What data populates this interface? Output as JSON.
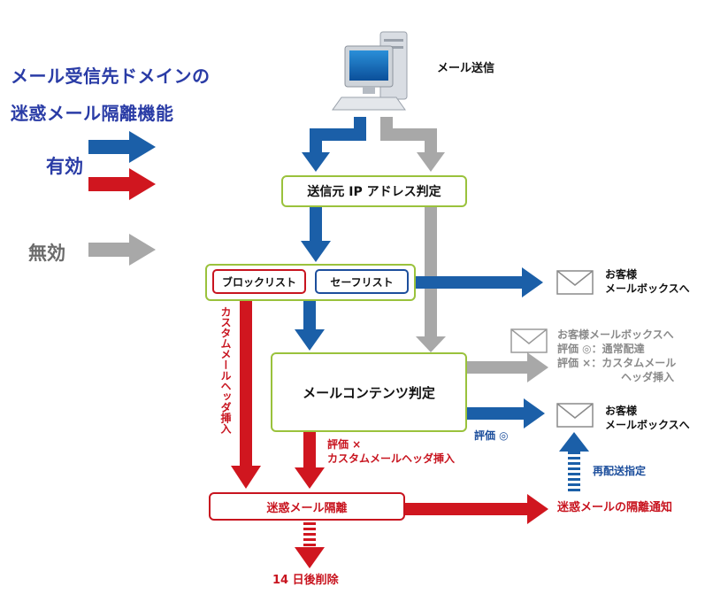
{
  "legend": {
    "title_line1": "メール受信先ドメインの",
    "title_line2": "迷惑メール隔離機能",
    "enabled_label": "有効",
    "disabled_label": "無効"
  },
  "nodes": {
    "sender": "メール送信",
    "ip_check": "送信元 IP アドレス判定",
    "block_list": "ブロックリスト",
    "safe_list": "セーフリスト",
    "content_check": "メールコンテンツ判定",
    "quarantine": "迷惑メール隔離",
    "delete_after": "14 日後削除"
  },
  "mailboxes": {
    "top_line1": "お客様",
    "top_line2": "メールボックスへ",
    "mid_line1": "お客様メールボックスへ",
    "mid_line2": "評価 ◎：通常配達",
    "mid_line3": "評価 ×：カスタムメール",
    "mid_line4": "ヘッダ挿入",
    "bottom_line1": "お客様",
    "bottom_line2": "メールボックスへ"
  },
  "labels": {
    "custom_header_vertical": "カスタムメールヘッダ挿入",
    "eval_x_line1": "評価 ×",
    "eval_x_line2": "カスタムメールヘッダ挿入",
    "eval_o": "評価 ◎",
    "redeliver": "再配送指定",
    "quarantine_notice": "迷惑メールの隔離通知"
  },
  "colors": {
    "blue": "#1b5fa8",
    "red": "#d0161f",
    "gray": "#a8a8a8",
    "box_border": "#9ac23c",
    "title_text": "#2a3ca6"
  },
  "icons": {
    "sender": "computer-icon",
    "mail": "envelope-icon"
  }
}
